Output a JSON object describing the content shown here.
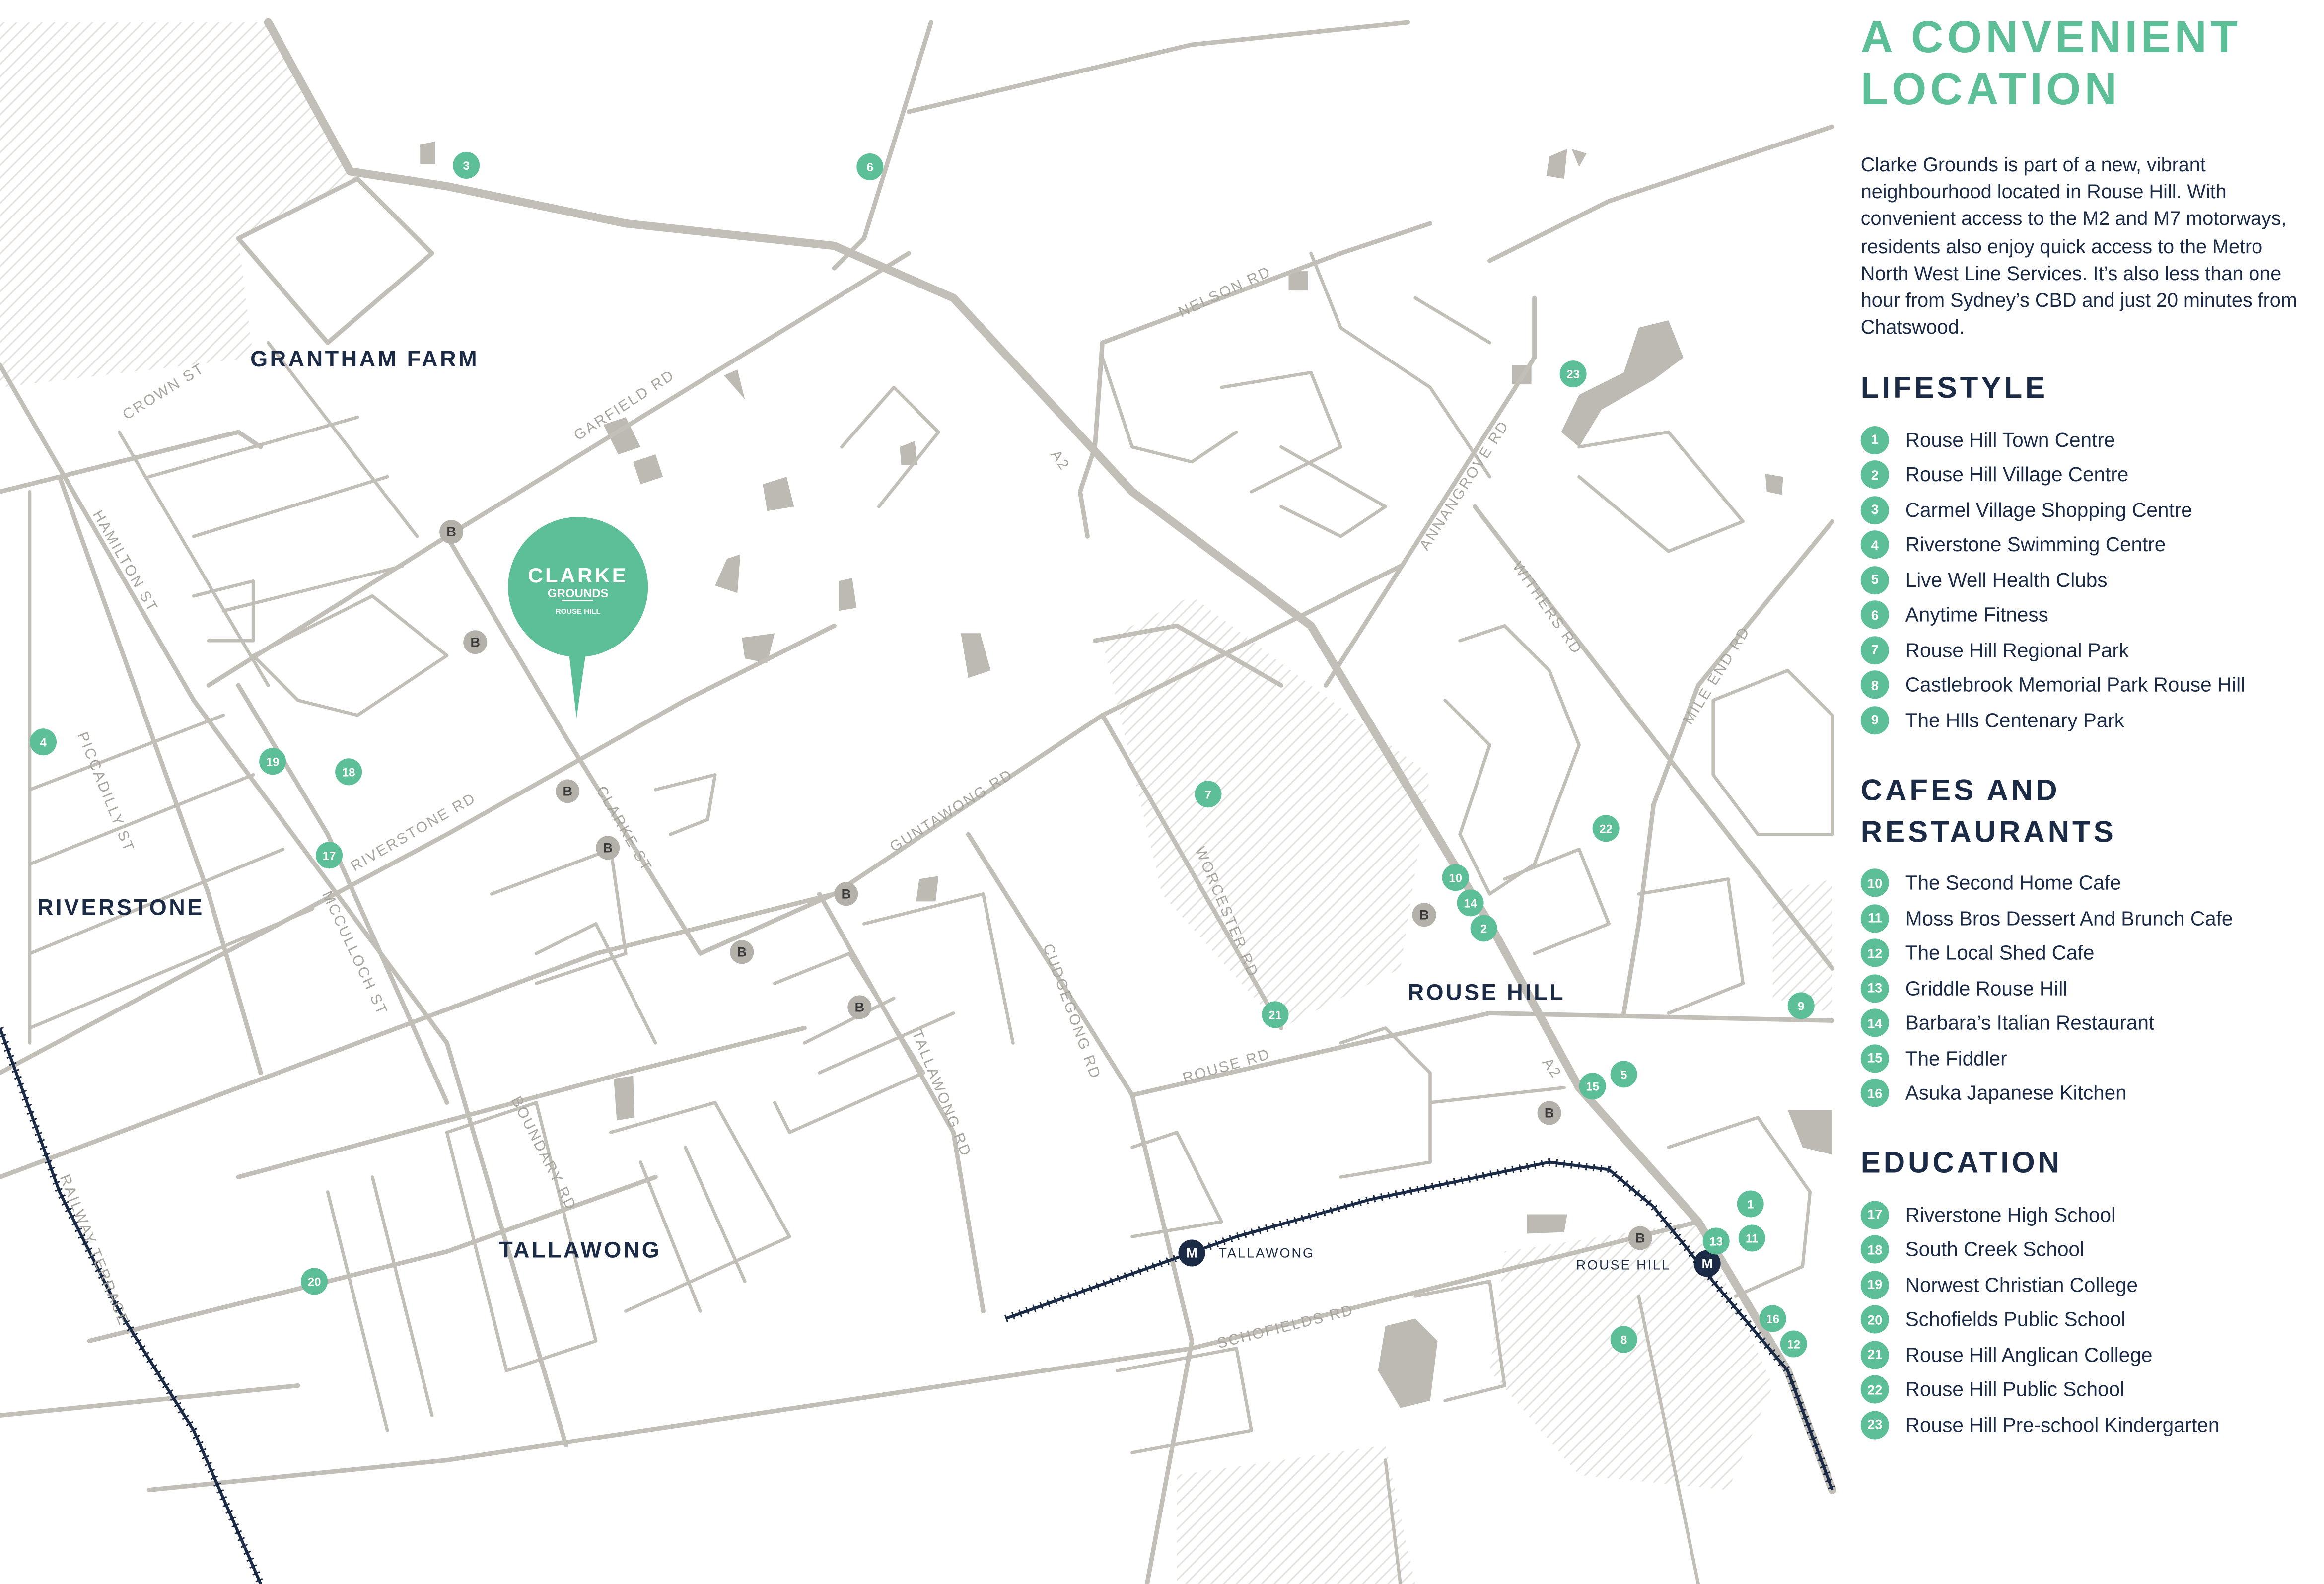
{
  "colors": {
    "accent": "#5dbf98",
    "navy": "#1b2a45",
    "road": "#c2bfb8"
  },
  "panel": {
    "title_line1": "A CONVENIENT",
    "title_line2": "LOCATION",
    "intro": "Clarke Grounds is part of a new, vibrant neighbourhood located in Rouse Hill. With convenient access to the M2 and M7 motorways, residents also enjoy quick access to the Metro North West Line Services. It’s also less than one hour from Sydney’s CBD and just 20 minutes from Chatswood.",
    "sections": [
      {
        "heading": "LIFESTYLE",
        "items": [
          {
            "num": "1",
            "label": "Rouse Hill Town Centre"
          },
          {
            "num": "2",
            "label": "Rouse Hill Village Centre"
          },
          {
            "num": "3",
            "label": "Carmel Village Shopping Centre"
          },
          {
            "num": "4",
            "label": "Riverstone Swimming Centre"
          },
          {
            "num": "5",
            "label": "Live Well Health Clubs"
          },
          {
            "num": "6",
            "label": "Anytime Fitness"
          },
          {
            "num": "7",
            "label": "Rouse Hill Regional Park"
          },
          {
            "num": "8",
            "label": "Castlebrook Memorial Park Rouse Hill"
          },
          {
            "num": "9",
            "label": "The Hlls Centenary Park"
          }
        ]
      },
      {
        "heading_line1": "CAFES AND",
        "heading_line2": "RESTAURANTS",
        "items": [
          {
            "num": "10",
            "label": "The Second Home Cafe"
          },
          {
            "num": "11",
            "label": "Moss Bros Dessert And Brunch Cafe"
          },
          {
            "num": "12",
            "label": "The Local Shed Cafe"
          },
          {
            "num": "13",
            "label": "Griddle Rouse Hill"
          },
          {
            "num": "14",
            "label": "Barbara’s Italian Restaurant"
          },
          {
            "num": "15",
            "label": "The Fiddler"
          },
          {
            "num": "16",
            "label": "Asuka Japanese Kitchen"
          }
        ]
      },
      {
        "heading": "EDUCATION",
        "items": [
          {
            "num": "17",
            "label": "Riverstone High School"
          },
          {
            "num": "18",
            "label": "South Creek School"
          },
          {
            "num": "19",
            "label": "Norwest Christian College"
          },
          {
            "num": "20",
            "label": "Schofields Public School"
          },
          {
            "num": "21",
            "label": "Rouse Hill Anglican College"
          },
          {
            "num": "22",
            "label": "Rouse Hill Public School"
          },
          {
            "num": "23",
            "label": "Rouse Hill Pre-school Kindergarten"
          }
        ]
      }
    ]
  },
  "map": {
    "logo": {
      "line1": "CLARKE",
      "line2": "GROUNDS",
      "line3": "ROUSE HILL"
    },
    "suburbs": {
      "grantham": "GRANTHAM FARM",
      "riverstone": "RIVERSTONE",
      "tallawong": "TALLAWONG",
      "rouse_hill": "ROUSE HILL"
    },
    "roads": {
      "crown": "CROWN ST",
      "garfield": "GARFIELD RD",
      "hamilton": "HAMILTON ST",
      "piccadilly": "PICCADILLY ST",
      "mcculloch": "MCCULLOCH ST",
      "riverstone": "RIVERSTONE RD",
      "clarke": "CLARKE ST",
      "guntawong": "GUNTAWONG RD",
      "boundary": "BOUNDARY RD",
      "tallawong": "TALLAWONG RD",
      "cudgegong": "CUDGEGONG RD",
      "worcester": "WORCESTER RD",
      "rouse": "ROUSE RD",
      "schofields": "SCHOFIELDS RD",
      "nelson": "NELSON RD",
      "a2_north": "A2",
      "a2_south": "A2",
      "annangrove": "ANNANGROVE RD",
      "withers": "WITHERS RD",
      "mile_end": "MILE END RD",
      "railway": "RAILWAY TERRACE"
    },
    "stations": {
      "tallawong": "TALLAWONG",
      "rouse_hill": "ROUSE HILL",
      "metro_icon": "M"
    },
    "bus_label": "B",
    "markers": {
      "m1": "1",
      "m2": "2",
      "m3": "3",
      "m4": "4",
      "m5": "5",
      "m6": "6",
      "m7": "7",
      "m8": "8",
      "m9": "9",
      "m10": "10",
      "m11": "11",
      "m12": "12",
      "m13": "13",
      "m14": "14",
      "m15": "15",
      "m16": "16",
      "m17": "17",
      "m18": "18",
      "m19": "19",
      "m20": "20",
      "m21": "21",
      "m22": "22",
      "m23": "23"
    }
  }
}
